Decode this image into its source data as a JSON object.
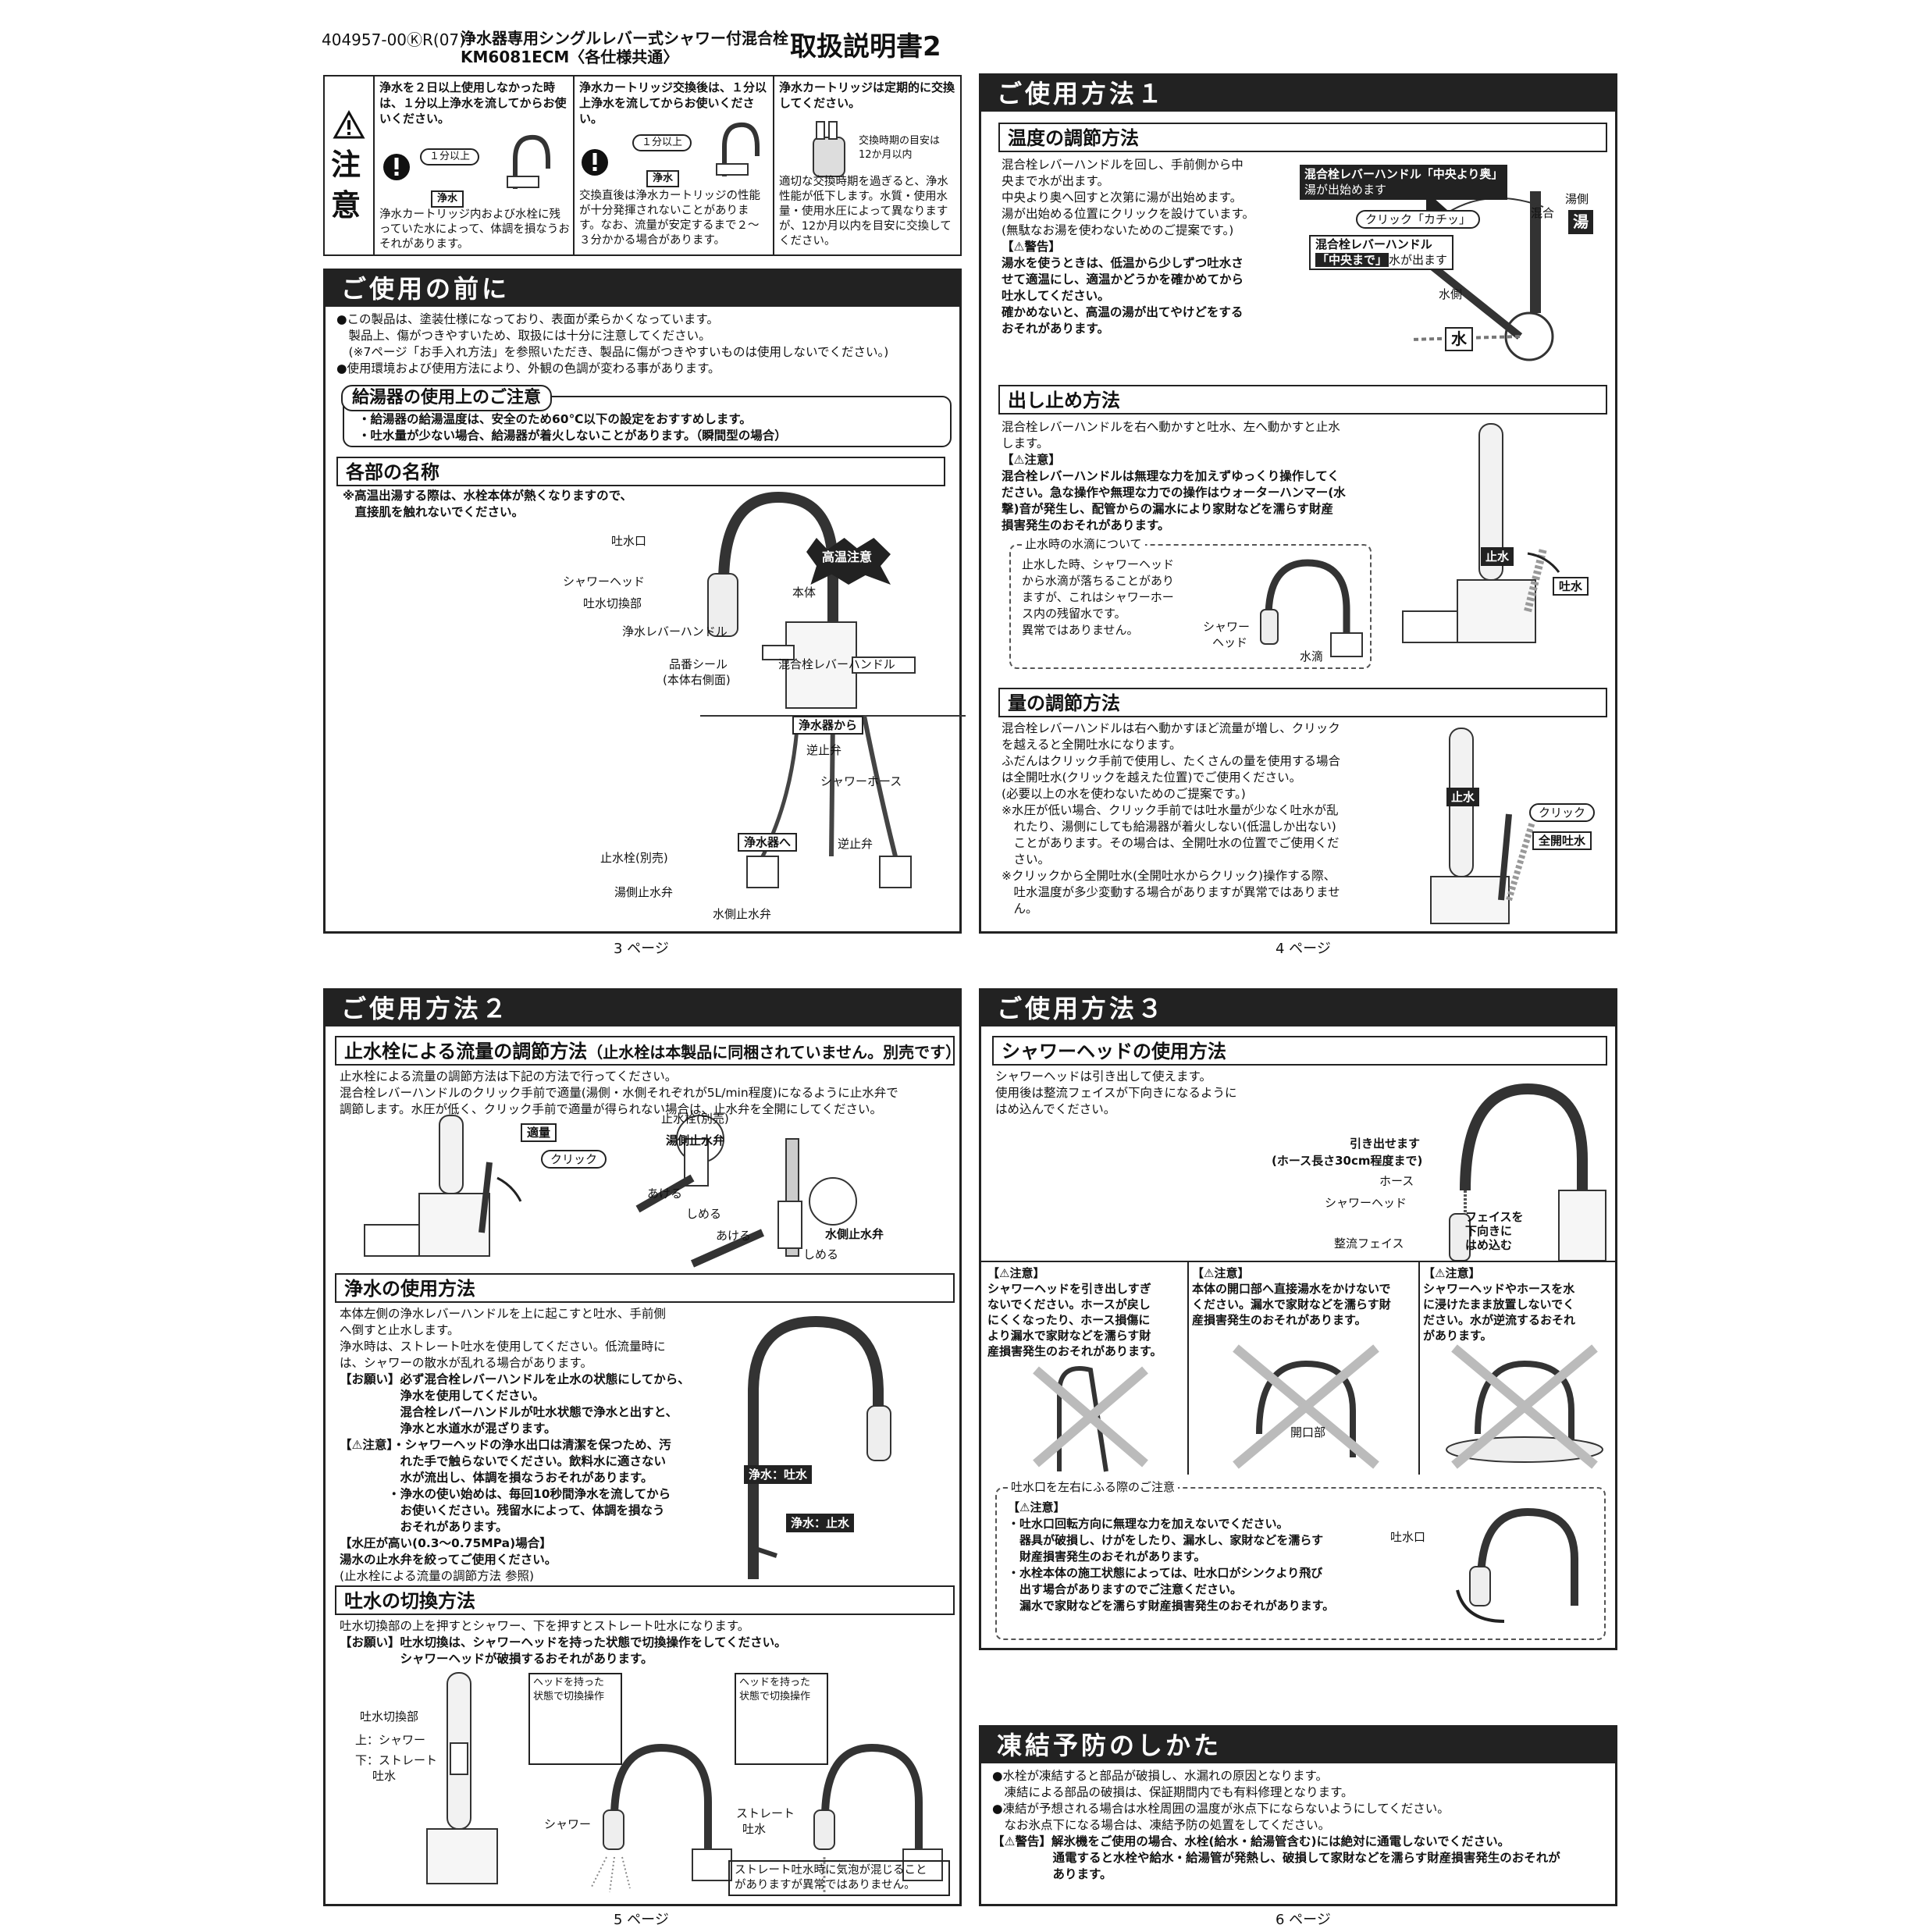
{
  "header": {
    "code": "404957-00ⓀR(07)",
    "product_line1": "浄水器専用シングルレバー式シャワー付混合栓",
    "product_line2": "KM6081ECM〈各仕様共通〉",
    "doc_title": "取扱説明書2"
  },
  "caution_top": {
    "side_label_1": "注",
    "side_label_2": "意",
    "cells": [
      {
        "title": "浄水を２日以上使用しなかった時は、１分以上浄水を流してからお使いください。",
        "badge": "１分以上",
        "tag": "浄水",
        "body": "浄水カートリッジ内および水栓に残っていた水によって、体調を損なうおそれがあります。"
      },
      {
        "title": "浄水カートリッジ交換後は、１分以上浄水を流してからお使いください。",
        "badge": "１分以上",
        "tag": "浄水",
        "body": "交換直後は浄水カートリッジの性能が十分発揮されないことがあります。なお、流量が安定するまで２〜３分かかる場合があります。"
      },
      {
        "title": "浄水カートリッジは定期的に交換してください。",
        "note1": "交換時期の目安は",
        "note2": "12か月以内",
        "body": "適切な交換時期を過ぎると、浄水性能が低下します。水質・使用水量・使用水圧によって異なりますが、12か月以内を目安に交換してください。"
      }
    ]
  },
  "before_use": {
    "title": "ご使用の前に",
    "lines": [
      "●この製品は、塗装仕様になっており、表面が柔らかくなっています。",
      "　製品上、傷がつきやすいため、取扱には十分に注意してください。",
      "　(※7ページ「お手入れ方法」を参照いただき、製品に傷がつきやすいものは使用しないでください。)",
      "●使用環境および使用方法により、外観の色調が変わる事があります。"
    ],
    "heater_title": "給湯器の使用上のご注意",
    "heater_lines": [
      "・給湯器の給湯温度は、安全のため60℃以下の設定をおすすめします。",
      "・吐水量が少ない場合、給湯器が着火しないことがあります。（瞬間型の場合）"
    ],
    "parts_title": "各部の名称",
    "parts_note1": "※高温出湯する際は、水栓本体が熱くなりますので、",
    "parts_note2": "　直接肌を触れないでください。",
    "hot_warning": "高温注意",
    "labels": {
      "spout": "吐水口",
      "shower_head": "シャワーヘッド",
      "switch": "吐水切換部",
      "body": "本体",
      "purify_lever": "浄水レバーハンドル",
      "mix_lever": "混合栓レバーハンドル",
      "seal1": "品番シール",
      "seal2": "(本体右側面)",
      "from_filter": "浄水器から",
      "check_valve": "逆止弁",
      "hose": "シャワーホース",
      "to_filter": "浄水器へ",
      "check_valve2": "逆止弁",
      "stop_valve": "止水栓(別売)",
      "hot_valve": "湯側止水弁",
      "cold_valve": "水側止水弁"
    }
  },
  "usage1": {
    "title": "ご使用方法１",
    "temp_title": "温度の調節方法",
    "temp_lines": [
      "混合栓レバーハンドルを回し、手前側から中",
      "央まで水が出ます。",
      "中央より奥へ回すと次第に湯が出始めます。",
      "湯が出始める位置にクリックを設けています。",
      "(無駄なお湯を使わないためのご提案です。)"
    ],
    "warn_head": "【⚠警告】",
    "warn_lines": [
      "湯水を使うときは、低温から少しずつ吐水さ",
      "せて適温にし、適温かどうかを確かめてから",
      "吐水してください。",
      "確かめないと、高温の湯が出てやけどをする",
      "おそれがあります。"
    ],
    "callout1a": "混合栓レバーハンドル「中央より奥」",
    "callout1b": "湯が出始めます",
    "click_label": "クリック「カチッ」",
    "mix_label": "混合",
    "hot_side": "湯側",
    "hot": "湯",
    "callout2a": "混合栓レバーハンドル",
    "callout2b": "「中央まで」",
    "callout2c": "水が出ます",
    "cold_side": "水側",
    "cold": "水",
    "flow_title": "出し止め方法",
    "flow_lines": [
      "混合栓レバーハンドルを右へ動かすと吐水、左へ動かすと止水",
      "します。"
    ],
    "flow_caution_head": "【⚠注意】",
    "flow_caution_lines": [
      "混合栓レバーハンドルは無理な力を加えずゆっくり操作してく",
      "ださい。急な操作や無理な力での操作はウォーターハンマー(水",
      "撃)音が発生し、配管からの漏水により家財などを濡らす財産",
      "損害発生のおそれがあります。"
    ],
    "drip_title": "止水時の水滴について",
    "drip_lines": [
      "止水した時、シャワーヘッド",
      "から水滴が落ちることがあり",
      "ますが、これはシャワーホー",
      "ス内の残留水です。",
      "異常ではありません。"
    ],
    "drip_head1": "シャワー",
    "drip_head2": "ヘッド",
    "drip_water": "水滴",
    "stop": "止水",
    "discharge": "吐水",
    "vol_title": "量の調節方法",
    "vol_lines": [
      "混合栓レバーハンドルは右へ動かすほど流量が増し、クリック",
      "を越えると全開吐水になります。",
      "ふだんはクリック手前で使用し、たくさんの量を使用する場合",
      "は全開吐水(クリックを越えた位置)でご使用ください。",
      "(必要以上の水を使わないためのご提案です。)"
    ],
    "vol_note1": [
      "※水圧が低い場合、クリック手前では吐水量が少なく吐水が乱",
      "　れたり、湯側にしても給湯器が着火しない(低温しか出ない)",
      "　ことがあります。その場合は、全開吐水の位置でご使用くだ",
      "　さい。"
    ],
    "vol_note2": [
      "※クリックから全開吐水(全開吐水からクリック)操作する際、",
      "　吐水温度が多少変動する場合がありますが異常ではありませ",
      "　ん。"
    ],
    "vol_stop": "止水",
    "vol_click": "クリック",
    "vol_full": "全開吐水"
  },
  "page_numbers": {
    "p3": "3 ページ",
    "p4": "4 ページ",
    "p5": "5 ページ",
    "p6": "6 ページ"
  },
  "usage2": {
    "title": "ご使用方法２",
    "stopvalve_title": "止水栓による流量の調節方法",
    "stopvalve_title_small": "（止水栓は本製品に同梱されていません。別売です）",
    "stopvalve_lines": [
      "止水栓による流量の調節方法は下記の方法で行ってください。",
      "混合栓レバーハンドルのクリック手前で適量(湯側・水側それぞれが5L/min程度)になるように止水弁で",
      "調節します。水圧が低く、クリック手前で適量が得られない場合は、止水弁を全開にしてください。"
    ],
    "proper": "適量",
    "click": "クリック",
    "sv_label": "止水栓(別売)",
    "hot_valve": "湯側止水弁",
    "open1": "あける",
    "close1": "しめる",
    "open2": "あける",
    "cold_valve": "水側止水弁",
    "close2": "しめる",
    "purify_title": "浄水の使用方法",
    "purify_lines": [
      "本体左側の浄水レバーハンドルを上に起こすと吐水、手前側",
      "へ倒すと止水します。",
      "浄水時は、ストレート吐水を使用してください。低流量時に",
      "は、シャワーの散水が乱れる場合があります。"
    ],
    "request_lines": [
      "【お願い】必ず混合栓レバーハンドルを止水の状態にしてから、",
      "　　　　　浄水を使用してください。",
      "　　　　　混合栓レバーハンドルが吐水状態で浄水と出すと、",
      "　　　　　浄水と水道水が混ざります。"
    ],
    "caution_lines": [
      "【⚠注意】・シャワーヘッドの浄水出口は清潔を保つため、汚",
      "　　　　　れた手で触らないでください。飲料水に適さない",
      "　　　　　水が流出し、体調を損なうおそれがあります。",
      "　　　　・浄水の使い始めは、毎回10秒間浄水を流してから",
      "　　　　　お使いください。残留水によって、体調を損なう",
      "　　　　　おそれがあります。"
    ],
    "pressure_lines": [
      "【水圧が高い(0.3〜0.75MPa)場合】",
      "湯水の止水弁を絞ってご使用ください。",
      "(止水栓による流量の調節方法 参照)"
    ],
    "purify_on": "浄水：吐水",
    "purify_off": "浄水：止水",
    "switch_title": "吐水の切換方法",
    "switch_lines": [
      "吐水切換部の上を押すとシャワー、下を押すとストレート吐水になります。"
    ],
    "switch_request_lines": [
      "【お願い】吐水切換は、シャワーヘッドを持った状態で切換操作をしてください。",
      "　　　　　シャワーヘッドが破損するおそれがあります。"
    ],
    "sw_part": "吐水切換部",
    "sw_up": "上：シャワー",
    "sw_down1": "下：ストレート",
    "sw_down2": "吐水",
    "hold1a": "ヘッドを持った",
    "hold1b": "状態で切換操作",
    "shower": "シャワー",
    "hold2a": "ヘッドを持った",
    "hold2b": "状態で切換操作",
    "straight1": "ストレート",
    "straight2": "吐水",
    "bubble1": "ストレート吐水時に気泡が混じること",
    "bubble2": "がありますが異常ではありません。"
  },
  "usage3": {
    "title": "ご使用方法３",
    "shower_title": "シャワーヘッドの使用方法",
    "shower_lines": [
      "シャワーヘッドは引き出して使えます。",
      "使用後は整流フェイスが下向きになるように",
      "はめ込んでください。"
    ],
    "pull1": "引き出せます",
    "pull2": "(ホース長さ30cm程度まで)",
    "hose": "ホース",
    "head": "シャワーヘッド",
    "face": "整流フェイス",
    "face_down1": "フェイスを",
    "face_down2": "下向きに",
    "face_down3": "はめ込む",
    "c1_head": "【⚠注意】",
    "c1_lines": [
      "シャワーヘッドを引き出しすぎ",
      "ないでください。ホースが戻し",
      "にくくなったり、ホース損傷に",
      "より漏水で家財などを濡らす財",
      "産損害発生のおそれがあります。"
    ],
    "c2_head": "【⚠注意】",
    "c2_lines": [
      "本体の開口部へ直接湯水をかけないで",
      "ください。漏水で家財などを濡らす財",
      "産損害発生のおそれがあります。"
    ],
    "c2_open": "開口部",
    "c3_head": "【⚠注意】",
    "c3_lines": [
      "シャワーヘッドやホースを水",
      "に浸けたまま放置しないでく",
      "ださい。水が逆流するおそれ",
      "があります。"
    ],
    "swing_title": "吐水口を左右にふる際のご注意",
    "swing_head": "【⚠注意】",
    "swing_lines": [
      "・吐水口回転方向に無理な力を加えないでください。",
      "　器具が破損し、けがをしたり、漏水し、家財などを濡らす",
      "　財産損害発生のおそれがあります。",
      "・水栓本体の施工状態によっては、吐水口がシンクより飛び",
      "　出す場合がありますのでご注意ください。",
      "　漏水で家財などを濡らす財産損害発生のおそれがあります。"
    ],
    "swing_spout": "吐水口"
  },
  "freeze": {
    "title": "凍結予防のしかた",
    "lines": [
      "●水栓が凍結すると部品が破損し、水漏れの原因となります。",
      "　凍結による部品の破損は、保証期間内でも有料修理となります。",
      "●凍結が予想される場合は水栓周囲の温度が氷点下にならないようにしてください。",
      "　なお氷点下になる場合は、凍結予防の処置をしてください。"
    ],
    "warn_lines": [
      "【⚠警告】解氷機をご使用の場合、水栓(給水・給湯管含む)には絶対に通電しないでください。",
      "　　　　　通電すると水栓や給水・給湯管が発熱し、破損して家財などを濡らす財産損害発生のおそれが",
      "　　　　　あります。"
    ]
  }
}
